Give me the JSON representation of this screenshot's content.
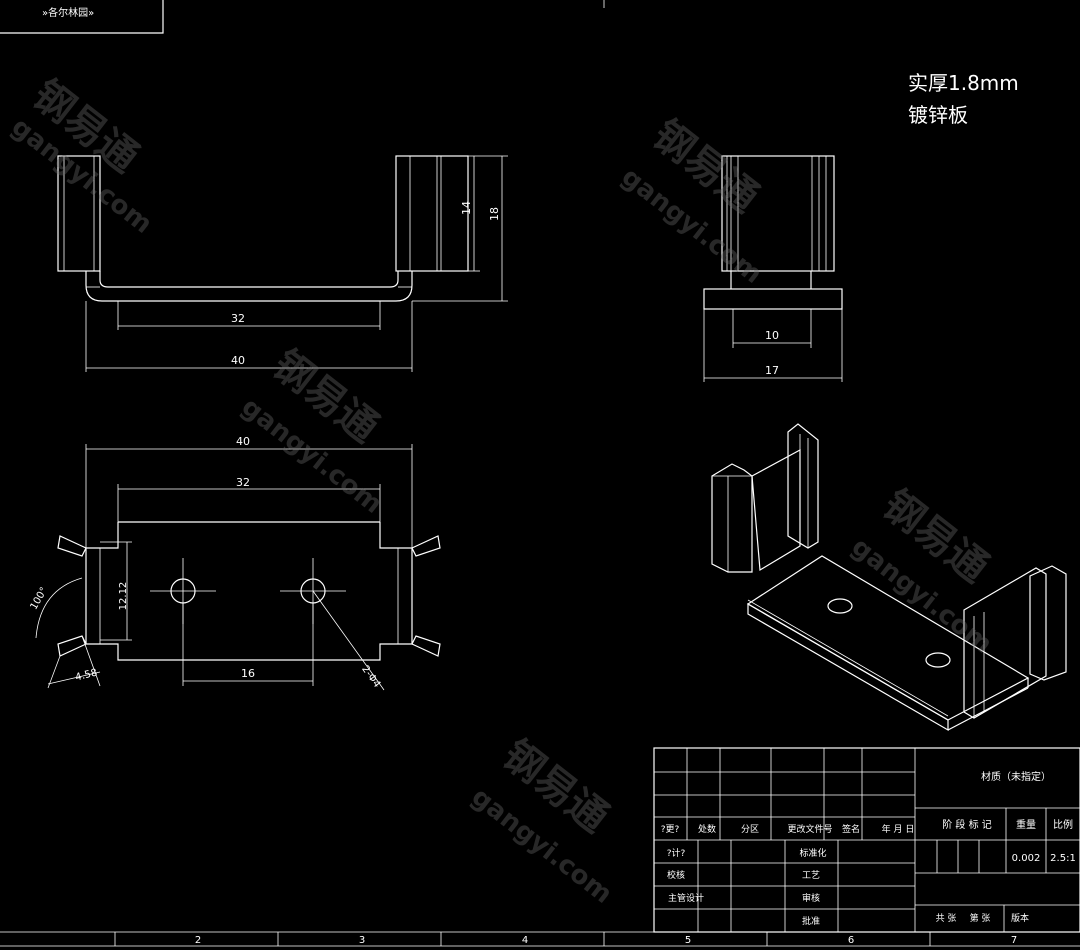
{
  "header_label": "»各尔林园»",
  "material_note": {
    "line1": "实厚1.8mm",
    "line2": "镀锌板"
  },
  "front_view": {
    "dim_32": "32",
    "dim_40": "40",
    "dim_14": "14",
    "dim_18": "18"
  },
  "side_view": {
    "dim_10": "10",
    "dim_17": "17"
  },
  "top_view": {
    "dim_40": "40",
    "dim_32": "32",
    "dim_16": "16",
    "dim_1212": "12.12",
    "dim_458": "4.58",
    "angle_100": "100°",
    "hole_callout": "2-Φ4"
  },
  "title_block": {
    "material": "材质（未指定）",
    "stage_mark": "阶 段 标 记",
    "weight_label": "重量",
    "scale_label": "比例",
    "weight": "0.002",
    "scale": "2.5:1",
    "rev_marker": "?更?",
    "rev_count": "处数",
    "rev_zone": "分区",
    "rev_doc": "更改文件号",
    "rev_sign": "签名",
    "rev_date": "年 月 日",
    "designer": "?计?",
    "standardize": "标准化",
    "checker": "校核",
    "process": "工艺",
    "chief_design": "主管设计",
    "review": "审核",
    "approve": "批准",
    "sheets": "共 张",
    "sheet_no": "第 张",
    "version": "版本"
  },
  "border_zones": [
    "2",
    "3",
    "4",
    "5",
    "6",
    "7"
  ],
  "watermark": {
    "brand": "钢易通",
    "site": "gangyi.com"
  }
}
